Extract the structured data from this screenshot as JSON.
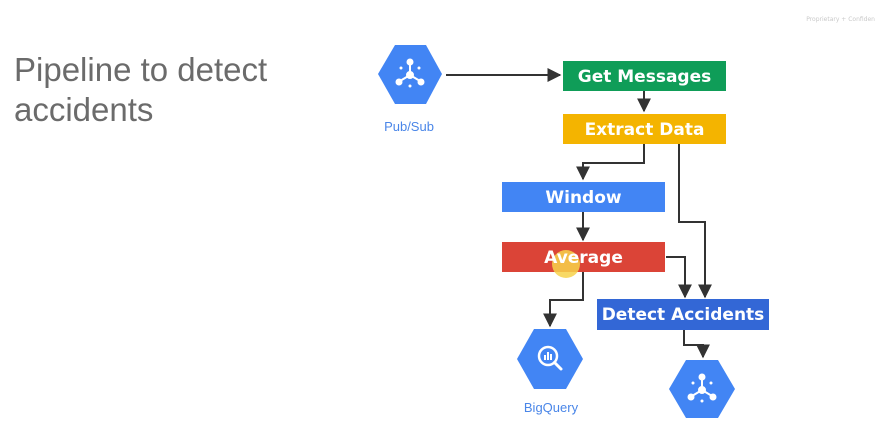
{
  "slide": {
    "title": "Pipeline to detect\naccidents",
    "watermark": "Proprietary + Confiden"
  },
  "colors": {
    "get_messages": "#0f9d58",
    "extract_data": "#f4b400",
    "window": "#4285f4",
    "average": "#db4437",
    "detect_accidents": "#3367d6",
    "hexagon": "#4285f4",
    "caption": "#4a86e8",
    "arrow": "#333333",
    "cursor_highlight": "#f7d24a"
  },
  "nodes": {
    "pubsub_source": {
      "icon": "pubsub-icon",
      "caption": "Pub/Sub"
    },
    "get_messages": {
      "label": "Get Messages"
    },
    "extract_data": {
      "label": "Extract Data"
    },
    "window": {
      "label": "Window"
    },
    "average": {
      "label": "Average"
    },
    "detect_accidents": {
      "label": "Detect Accidents"
    },
    "bigquery_sink": {
      "icon": "bigquery-icon",
      "caption": "BigQuery"
    },
    "pubsub_sink": {
      "icon": "pubsub-icon",
      "caption": ""
    }
  },
  "edges": [
    {
      "from": "pubsub_source",
      "to": "get_messages"
    },
    {
      "from": "get_messages",
      "to": "extract_data"
    },
    {
      "from": "extract_data",
      "to": "window"
    },
    {
      "from": "extract_data",
      "to": "detect_accidents"
    },
    {
      "from": "window",
      "to": "average"
    },
    {
      "from": "average",
      "to": "bigquery_sink"
    },
    {
      "from": "average",
      "to": "detect_accidents"
    },
    {
      "from": "detect_accidents",
      "to": "pubsub_sink"
    }
  ]
}
